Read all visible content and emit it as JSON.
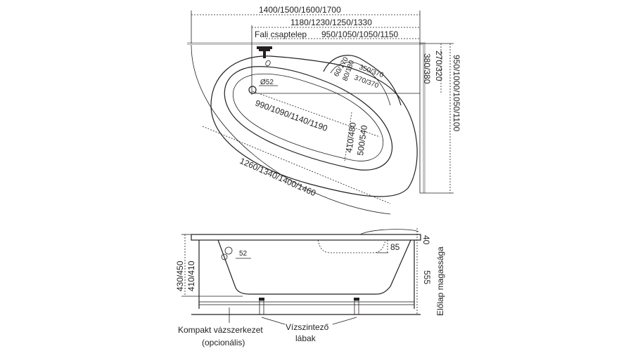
{
  "top_view": {
    "dim_total_length": "1400/1500/1600/1700",
    "dim_length_2": "1180/1230/1250/1330",
    "dim_length_3": "950/1050/1050/1150",
    "faucet_label": "Fali csaptelep",
    "dim_right_1": "380/380",
    "dim_right_2": "270/320",
    "dim_total_width": "950/1000/1050/1100",
    "dim_headrest_1": "60/170",
    "dim_headrest_2": "80/180",
    "dim_headrest_3": "350/370",
    "dim_headrest_4": "370/370",
    "drain_diameter": "Ø52",
    "dim_inner_length": "990/1090/1140/1190",
    "dim_inner_width_1": "410/480",
    "dim_inner_width_2": "500/540",
    "dim_outer_diagonal": "1260/1340/1400/1460"
  },
  "side_view": {
    "drain_label": "52",
    "dim_85": "85",
    "dim_40": "40",
    "dim_555": "555",
    "front_panel_height_label": "Előlap magassága",
    "dim_left_1": "410/410",
    "dim_left_2": "430/450",
    "frame_label_line1": "Kompakt vázszerkezet",
    "frame_label_line2": "(opcionális)",
    "legs_label_line1": "Vízszintező",
    "legs_label_line2": "lábak"
  }
}
